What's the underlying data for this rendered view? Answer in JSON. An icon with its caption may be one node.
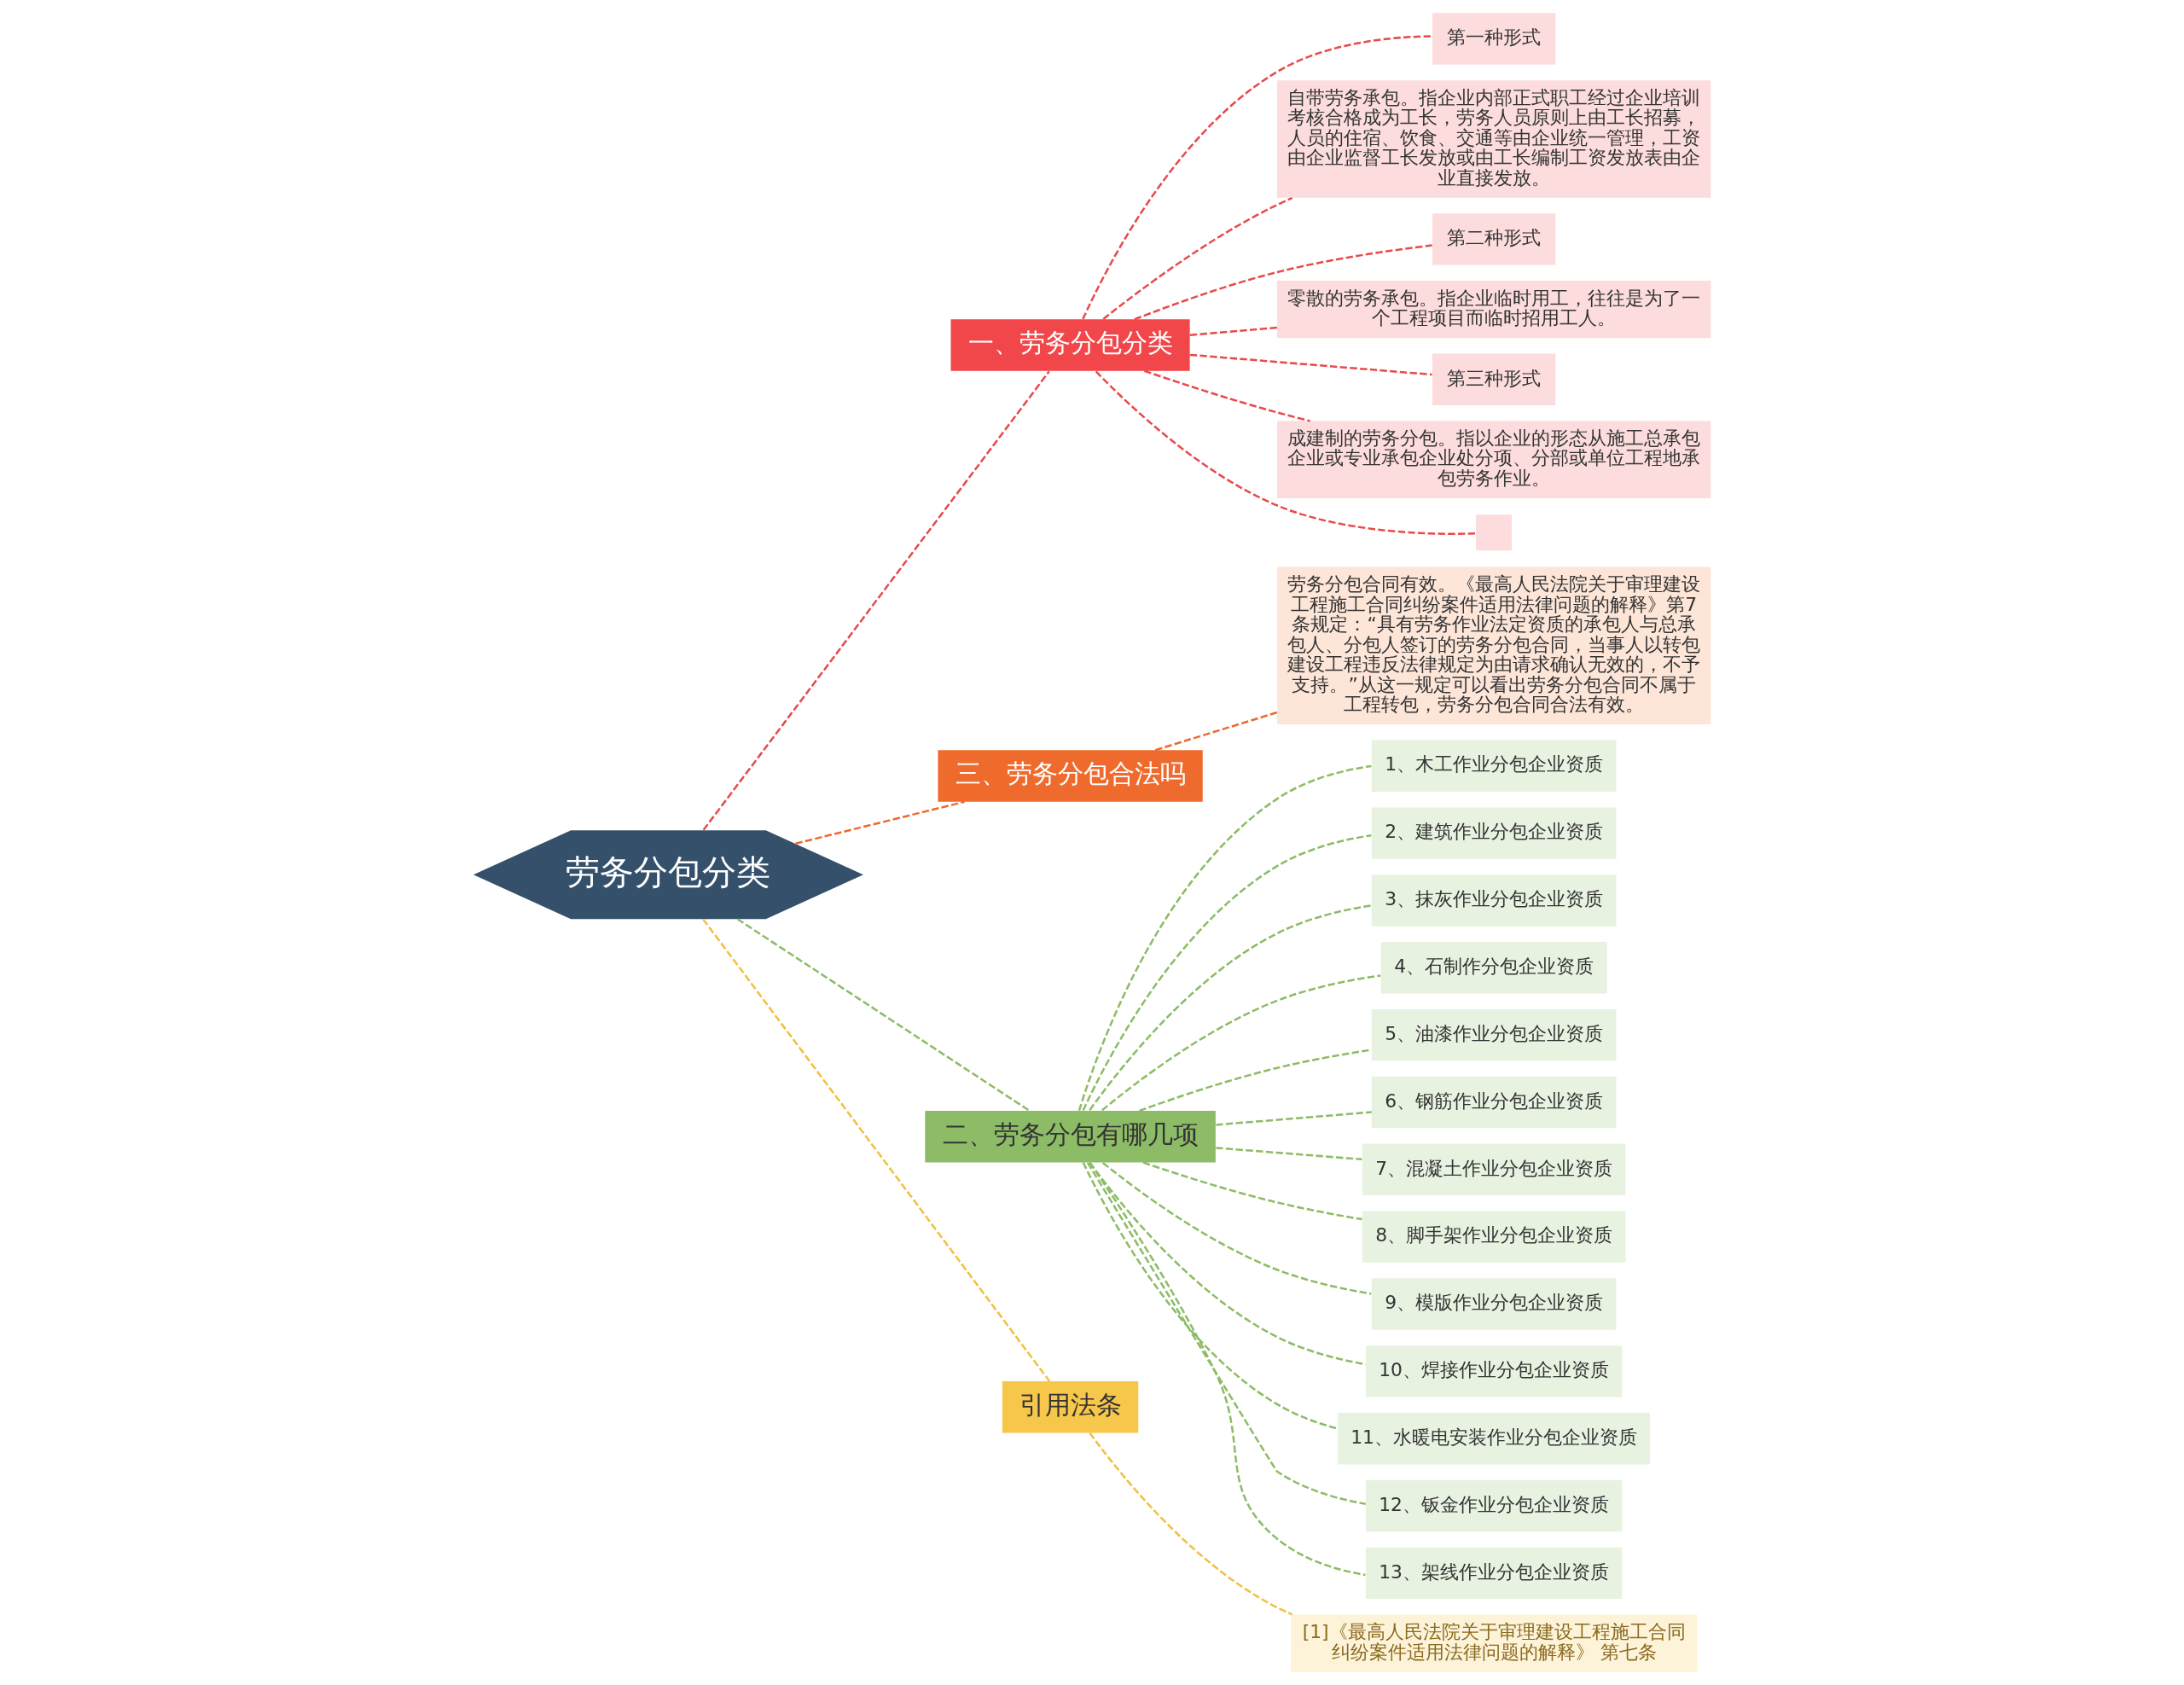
{
  "diagram": {
    "nodes": [
      {
        "text": [
          "劳务分包分类"
        ]
      },
      {
        "text": [
          "一、劳务分包分类"
        ]
      },
      {
        "text": [
          "第一种形式"
        ]
      },
      {
        "text": [
          "自带劳务承包。指企业内部正式职工经过企业培训考核合格成为工长，劳务人员原则上由工长招募，人员的住宿、饮食、交通等由企业统一管理，工资由企业监督工长发放或由工长编制工资发放表由企业直接发放。"
        ]
      },
      {
        "text": [
          "第二种形式"
        ]
      },
      {
        "text": [
          "零散的劳务承包。指企业临时用工，往往是为了一个工程项目而临时招用工人。"
        ]
      },
      {
        "text": [
          "第三种形式"
        ]
      },
      {
        "text": [
          "成建制的劳务分包。指以企业的形态从施工总承包企业或专业承包企业处分项、分部或单位工程地承包劳务作业。"
        ]
      },
      {
        "text": [],
        "shape": "box"
      },
      {
        "text": [
          "三、劳务分包合法吗"
        ]
      },
      {
        "text": [
          "劳务分包合同有效。《最高人民法院关于审理建设工程施工合同纠纷案件适用法律问题的解释》第7条规定：“具有劳务作业法定资质的承包人与总承包人、分包人签订的劳务分包合同，当事人以转包建设工程违反法律规定为由请求确认无效的，不予支持。”从这一规定可以看出劳务分包合同不属于工程转包，劳务分包合同合法有效。"
        ]
      },
      {
        "text": [
          "二、劳务分包有哪几项"
        ]
      },
      {
        "text": [
          "1、木工作业分包企业资质"
        ]
      },
      {
        "text": [
          "2、建筑作业分包企业资质"
        ]
      },
      {
        "text": [
          "3、抹灰作业分包企业资质"
        ]
      },
      {
        "text": [
          "4、石制作分包企业资质"
        ]
      },
      {
        "text": [
          "5、油漆作业分包企业资质"
        ]
      },
      {
        "text": [
          "6、钢筋作业分包企业资质"
        ]
      },
      {
        "text": [
          "7、混凝土作业分包企业资质"
        ]
      },
      {
        "text": [
          "8、脚手架作业分包企业资质"
        ]
      },
      {
        "text": [
          "9、模版作业分包企业资质"
        ]
      },
      {
        "text": [
          "10、焊接作业分包企业资质"
        ]
      },
      {
        "text": [
          "11、水暖电安装作业分包企业资质"
        ]
      },
      {
        "text": [
          "12、钣金作业分包企业资质"
        ]
      },
      {
        "text": [
          "13、架线作业分包企业资质"
        ]
      },
      {
        "text": [
          "引用法条"
        ]
      },
      {
        "text": [
          "[1]《最高人民法院关于审理建设工程施工合同纠纷案件适用法律问题的解释》 第七条"
        ]
      }
    ],
    "edges": [
      {
        "from": 0,
        "to": 1,
        "arrow": "none",
        "style": "dashed",
        "color": "#e84a4a"
      },
      {
        "from": 1,
        "to": 2,
        "arrow": "none",
        "style": "dashed",
        "color": "#e84a4a"
      },
      {
        "from": 1,
        "to": 3,
        "arrow": "none",
        "style": "dashed",
        "color": "#e84a4a"
      },
      {
        "from": 1,
        "to": 4,
        "arrow": "none",
        "style": "dashed",
        "color": "#e84a4a"
      },
      {
        "from": 1,
        "to": 5,
        "arrow": "none",
        "style": "dashed",
        "color": "#e84a4a"
      },
      {
        "from": 1,
        "to": 6,
        "arrow": "none",
        "style": "dashed",
        "color": "#e84a4a"
      },
      {
        "from": 1,
        "to": 7,
        "arrow": "none",
        "style": "dashed",
        "color": "#e84a4a"
      },
      {
        "from": 1,
        "to": 8,
        "arrow": "none",
        "style": "dashed",
        "color": "#e84a4a"
      },
      {
        "from": 0,
        "to": 9,
        "arrow": "none",
        "style": "dashed",
        "color": "#ee6a2c"
      },
      {
        "from": 9,
        "to": 10,
        "arrow": "none",
        "style": "dashed",
        "color": "#ee6a2c"
      },
      {
        "from": 0,
        "to": 11,
        "arrow": "none",
        "style": "dashed"
      },
      {
        "from": 11,
        "to": 12,
        "arrow": "none",
        "style": "dashed"
      },
      {
        "from": 11,
        "to": 13,
        "arrow": "none",
        "style": "dashed"
      },
      {
        "from": 11,
        "to": 14,
        "arrow": "none",
        "style": "dashed"
      },
      {
        "from": 11,
        "to": 15,
        "arrow": "none",
        "style": "dashed"
      },
      {
        "from": 11,
        "to": 16,
        "arrow": "none",
        "style": "dashed"
      },
      {
        "from": 11,
        "to": 17,
        "arrow": "none",
        "style": "dashed"
      },
      {
        "from": 11,
        "to": 18,
        "arrow": "none",
        "style": "dashed"
      },
      {
        "from": 11,
        "to": 19,
        "arrow": "none",
        "style": "dashed"
      },
      {
        "from": 11,
        "to": 20,
        "arrow": "none",
        "style": "dashed"
      },
      {
        "from": 11,
        "to": 21,
        "arrow": "none",
        "style": "dashed"
      },
      {
        "from": 11,
        "to": 22,
        "arrow": "none",
        "style": "dashed"
      },
      {
        "from": 11,
        "to": 23,
        "arrow": "none",
        "style": "dashed"
      },
      {
        "from": 11,
        "to": 24,
        "arrow": "none",
        "style": "dashed"
      },
      {
        "from": 0,
        "to": 25,
        "arrow": "none",
        "style": "dashed",
        "color": "#f0c040"
      },
      {
        "from": 25,
        "to": 26,
        "arrow": "none",
        "style": "dashed",
        "color": "#f0c040"
      }
    ]
  }
}
